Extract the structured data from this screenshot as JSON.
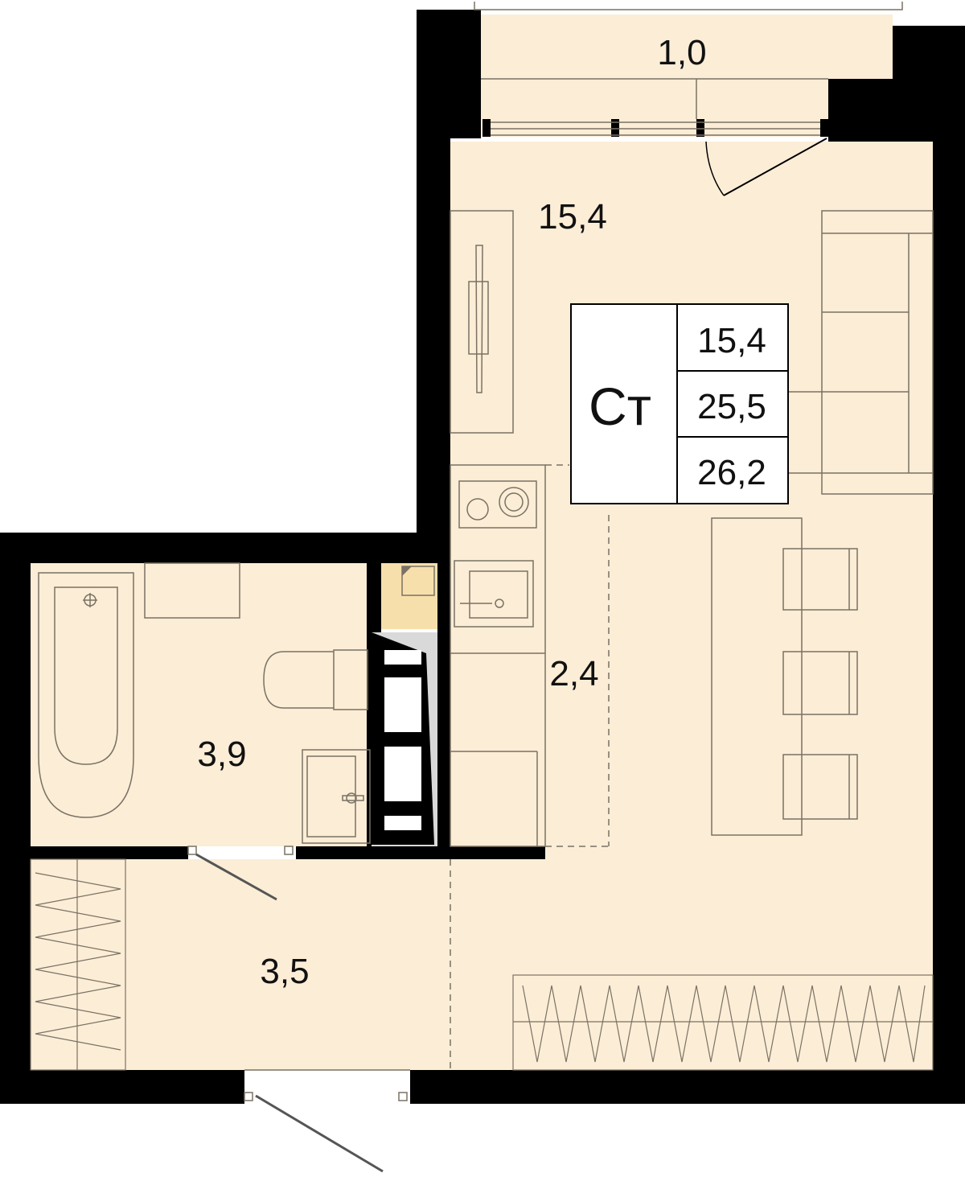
{
  "rooms": {
    "balcony": "1,0",
    "living": "15,4",
    "kitchen": "2,4",
    "bathroom": "3,9",
    "hall": "3,5"
  },
  "apartment_badge": {
    "type": "Ст",
    "living_area": "15,4",
    "total_area": "25,5",
    "total_with_balcony": "26,2"
  },
  "colors": {
    "floor": "#fcedd6",
    "wall": "#000000",
    "utility": "#f7dfac",
    "line": "#7a7264"
  }
}
